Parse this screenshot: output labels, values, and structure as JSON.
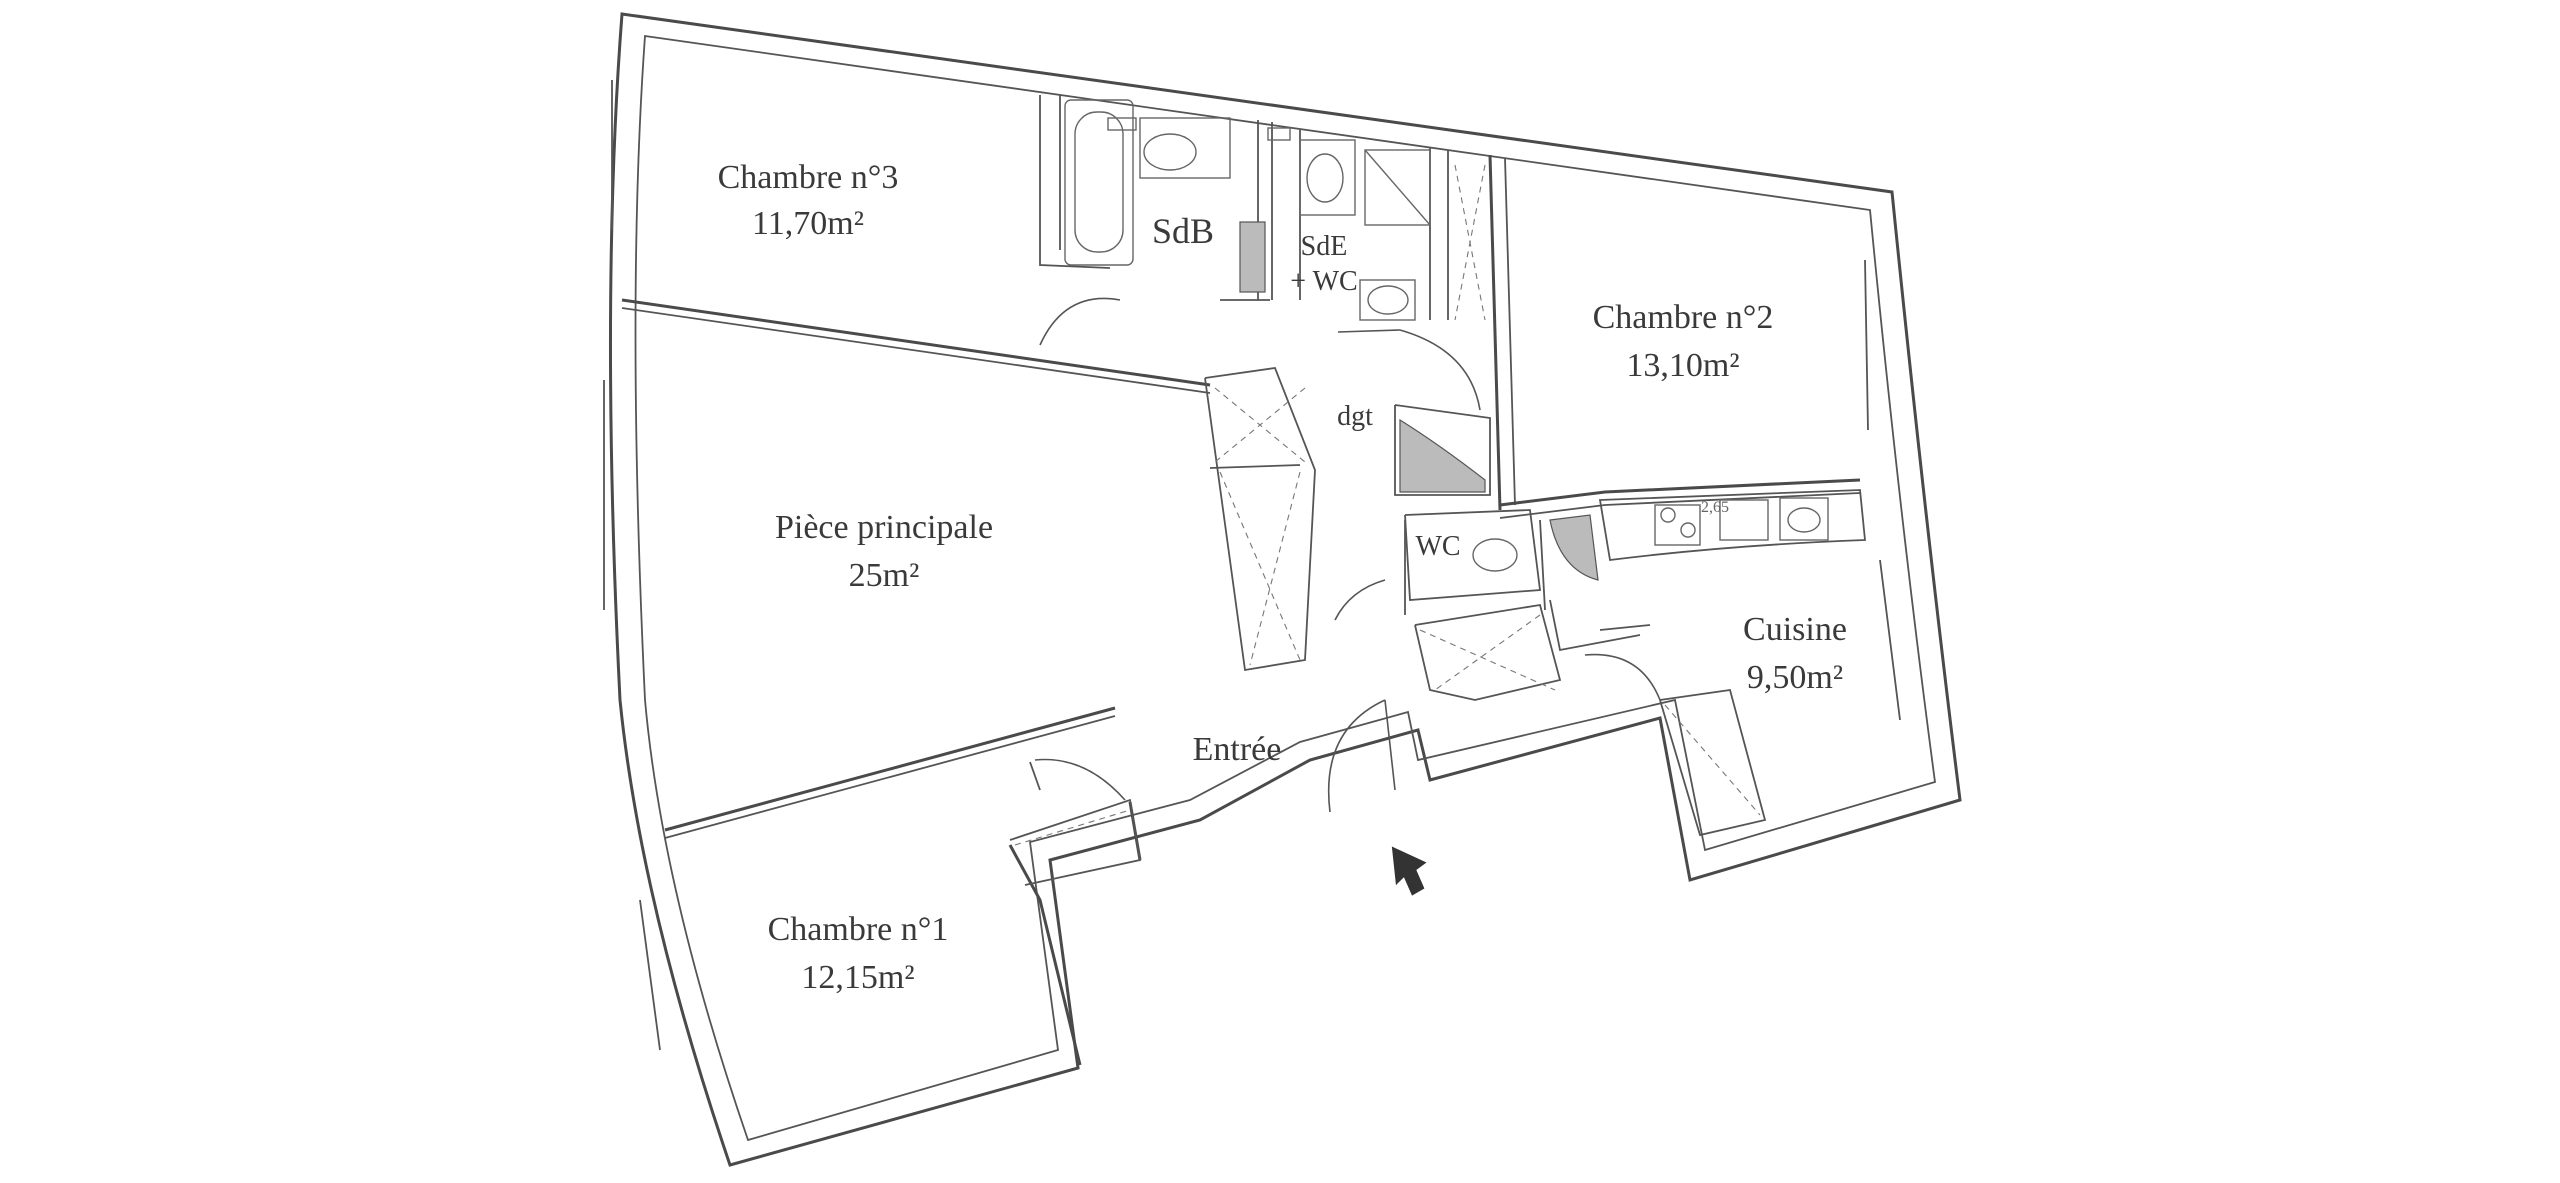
{
  "rooms": {
    "chambre3": {
      "name": "Chambre n°3",
      "area": "11,70m²"
    },
    "sdb": {
      "name": "SdB"
    },
    "sde": {
      "name": "SdE",
      "sub": "+ WC"
    },
    "chambre2": {
      "name": "Chambre n°2",
      "area": "13,10m²"
    },
    "dgt": {
      "name": "dgt"
    },
    "piece": {
      "name": "Pièce principale",
      "area": "25m²"
    },
    "wc": {
      "name": "WC"
    },
    "cuisine": {
      "name": "Cuisine",
      "area": "9,50m²"
    },
    "entree": {
      "name": "Entrée"
    },
    "chambre1": {
      "name": "Chambre n°1",
      "area": "12,15m²"
    }
  },
  "dimension_marks": [
    "2,65"
  ],
  "icons": {
    "entrance": "entrance-arrow-icon"
  },
  "colors": {
    "wall": "#4a4a4a",
    "text": "#3a3a3a",
    "hatch": "#bbbbbb",
    "background": "#ffffff"
  }
}
